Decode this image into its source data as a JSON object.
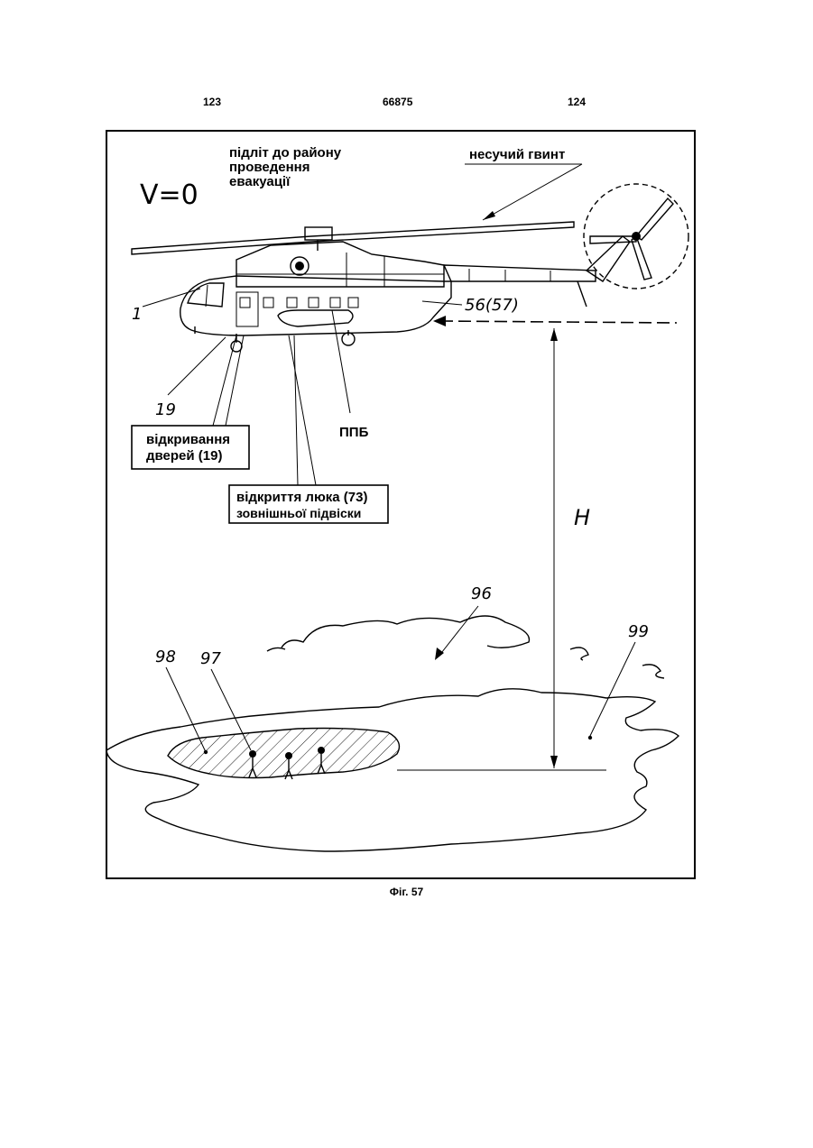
{
  "header": {
    "page_left": "123",
    "patent_number": "66875",
    "page_right": "124"
  },
  "figure": {
    "caption": "Фіг. 57",
    "speed_label": "V=0",
    "approach_label": [
      "підліт до району",
      "проведення",
      "евакуації"
    ],
    "rotor_label": "несучий гвинт",
    "door_box": [
      "відкривання",
      "дверей (19)"
    ],
    "hatch_box": [
      "відкриття люка (73)",
      "зовнішньої підвіски"
    ],
    "ppb_label": "ППБ",
    "height_label": "H",
    "callouts": {
      "n1": "1",
      "n19": "19",
      "n56": "56(57)",
      "n96": "96",
      "n97": "97",
      "n98": "98",
      "n99": "99"
    }
  }
}
